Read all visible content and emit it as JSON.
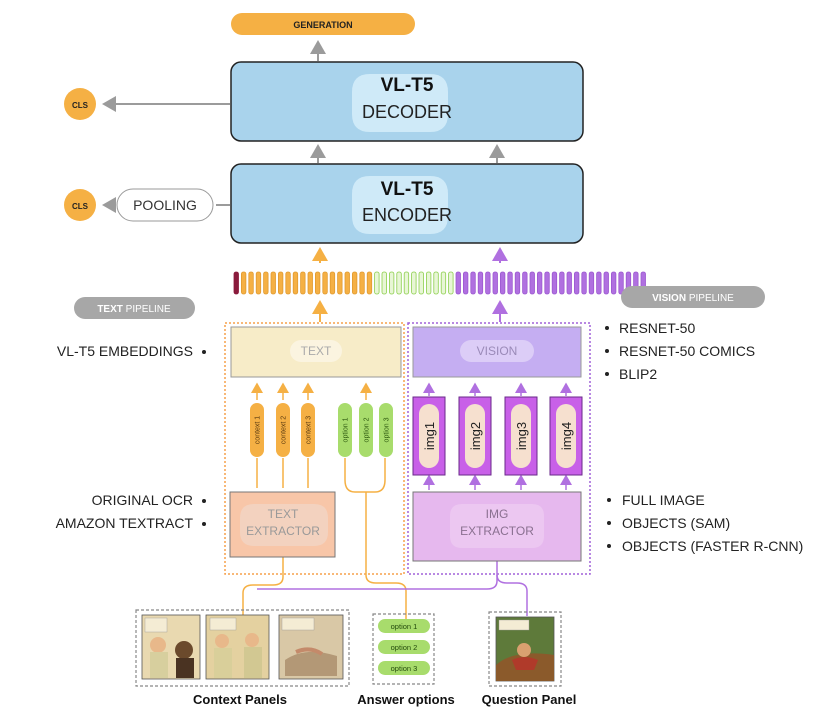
{
  "top": {
    "generation": "GENERATION"
  },
  "decoder": {
    "title": "VL-T5",
    "subtitle": "DECODER",
    "cls": "CLS"
  },
  "encoder": {
    "title": "VL-T5",
    "subtitle": "ENCODER",
    "cls": "CLS",
    "pooling": "POOLING"
  },
  "pipelines": {
    "text": {
      "bold": "TEXT",
      "rest": " PIPELINE"
    },
    "vision": {
      "bold": "VISION",
      "rest": " PIPELINE"
    }
  },
  "left_labels": {
    "embeddings": "VL-T5 EMBEDDINGS",
    "ocr1": "ORIGINAL OCR",
    "ocr2": "AMAZON TEXTRACT"
  },
  "right_labels": {
    "v1": "RESNET-50",
    "v2": "RESNET-50 COMICS",
    "v3": "BLIP2",
    "e1": "FULL IMAGE",
    "e2": "OBJECTS (SAM)",
    "e3": "OBJECTS (FASTER R-CNN)"
  },
  "boxes": {
    "text": "TEXT",
    "vision": "VISION",
    "text_extractor": [
      "TEXT",
      "EXTRACTOR"
    ],
    "img_extractor": [
      "IMG",
      "EXTRACTOR"
    ]
  },
  "contexts": [
    "context 1",
    "context 2",
    "context 3"
  ],
  "options": [
    "option 1",
    "option 2",
    "option 3"
  ],
  "imgs": [
    "img1",
    "img2",
    "img3",
    "img4"
  ],
  "bottom": {
    "context_panels": "Context Panels",
    "answer_options": "Answer options",
    "question_panel": "Question Panel",
    "answers": [
      "option 1",
      "option 2",
      "option 3"
    ]
  },
  "colors": {
    "blue": "#a9d3ec",
    "orange": "#f5b044",
    "green": "#a8dc6c",
    "purple": "#b070e0",
    "dark_red": "#8a1b3c",
    "gray": "#9b9b9b"
  }
}
